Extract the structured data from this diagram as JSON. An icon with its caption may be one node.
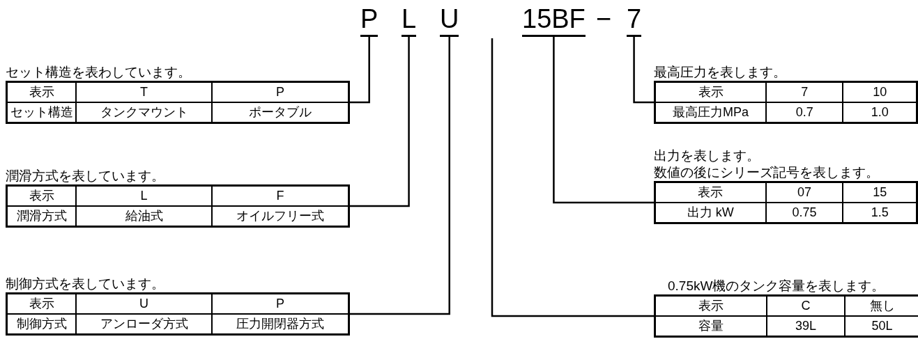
{
  "diagram": {
    "nodes": [
      {
        "text": [
          "P"
        ]
      },
      {
        "text": [
          "L"
        ]
      },
      {
        "text": [
          "U"
        ]
      },
      {
        "text": [
          "15BF"
        ]
      },
      {
        "text": [
          "7"
        ]
      },
      {
        "text": [
          "セット構造を表わしています。",
          "表示",
          "T",
          "P",
          "セット構造",
          "タンクマウント",
          "ポータブル"
        ]
      },
      {
        "text": [
          "最高圧力を表します。",
          "表示",
          "7",
          "10",
          "最高圧力MPa",
          "0.7",
          "1.0"
        ]
      },
      {
        "text": [
          "潤滑方式を表しています。",
          "表示",
          "L",
          "F",
          "潤滑方式",
          "給油式",
          "オイルフリー式"
        ]
      },
      {
        "text": [
          "出力を表します。",
          "数値の後にシリーズ記号を表します。",
          "表示",
          "07",
          "15",
          "出力 kW",
          "0.75",
          "1.5"
        ]
      },
      {
        "text": [
          "制御方式を表しています。",
          "表示",
          "U",
          "P",
          "制御方式",
          "アンローダ方式",
          "圧力開閉器方式"
        ]
      },
      {
        "text": [
          "0.75kW機のタンク容量を表します。",
          "表示",
          "C",
          "無し",
          "容量",
          "39L",
          "50L"
        ]
      }
    ],
    "edges": [
      {
        "from": 0,
        "to": 5,
        "arrow": "none"
      },
      {
        "from": 1,
        "to": 7,
        "arrow": "none"
      },
      {
        "from": 2,
        "to": 9,
        "arrow": "none"
      },
      {
        "from": null,
        "to": 10,
        "arrow": "none"
      },
      {
        "from": 3,
        "to": 8,
        "arrow": "none"
      },
      {
        "from": 4,
        "to": 6,
        "arrow": "none"
      }
    ],
    "labels": [
      "−"
    ]
  }
}
